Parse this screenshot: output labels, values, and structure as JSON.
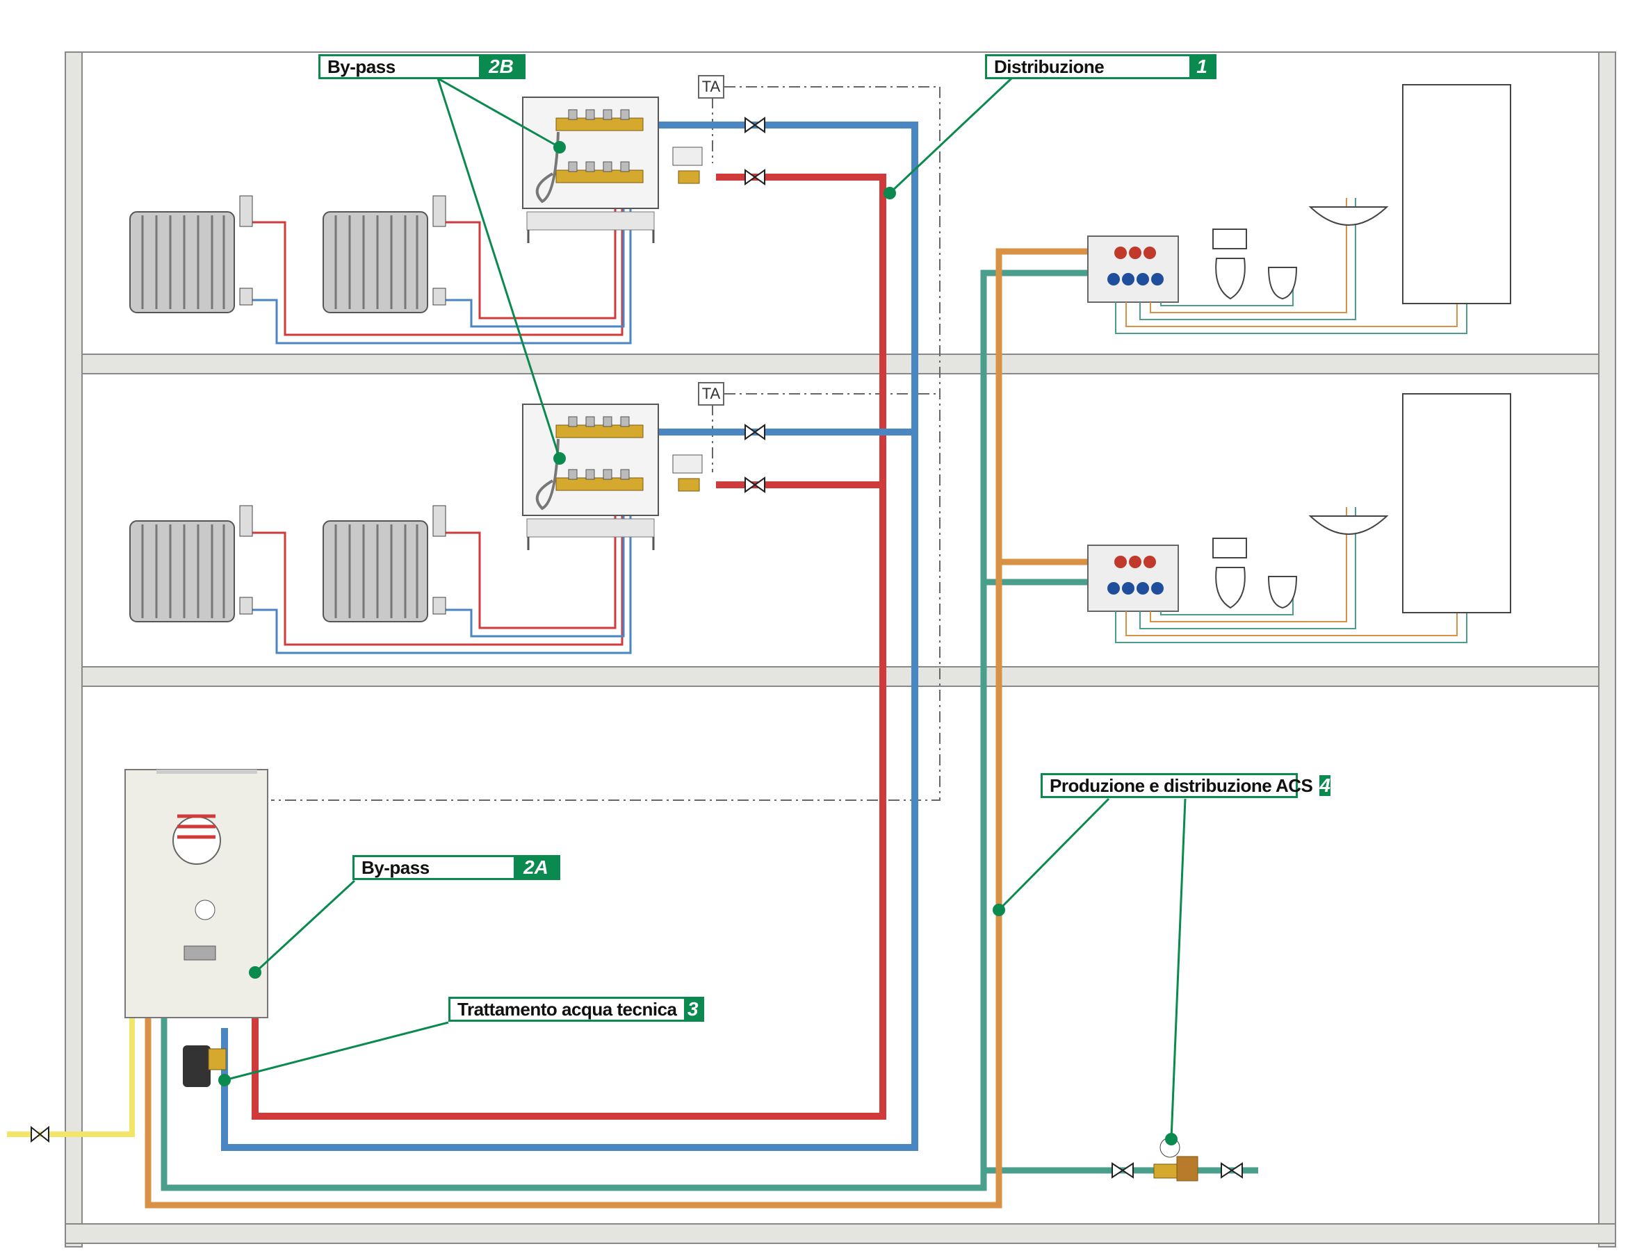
{
  "callouts": {
    "bypass_2b": {
      "label": "By-pass",
      "num": "2B"
    },
    "distribuzione": {
      "label": "Distribuzione",
      "num": "1"
    },
    "bypass_2a": {
      "label": "By-pass",
      "num": "2A"
    },
    "trattamento": {
      "label": "Trattamento acqua tecnica",
      "num": "3"
    },
    "acs": {
      "label": "Produzione e distribuzione ACS",
      "num": "4"
    }
  },
  "thermostat_top": "TA",
  "thermostat_mid": "TA",
  "colors": {
    "supply_hot": "#d03a3a",
    "return_cold": "#4a86c2",
    "dhw_hot": "#d99245",
    "dhw_cold": "#4a9e8c",
    "gas": "#f3e46a",
    "callout": "#0a8a4e",
    "wall": "#e4e5e0"
  }
}
